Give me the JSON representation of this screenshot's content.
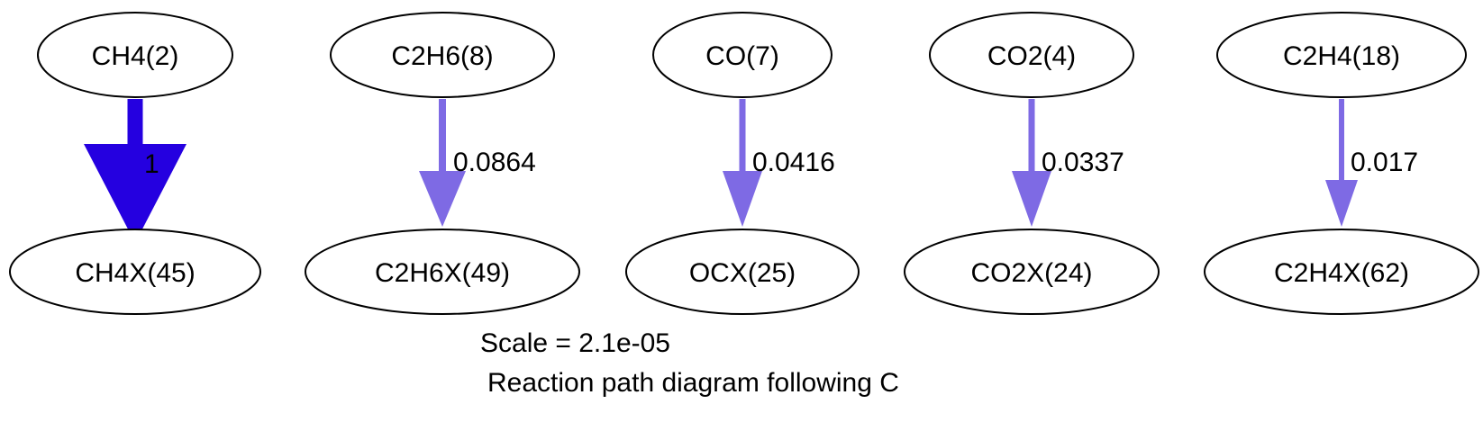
{
  "diagram": {
    "edges": [
      {
        "from": "CH4(2)",
        "to": "CH4X(45)",
        "label": "1",
        "color": "#2500e0"
      },
      {
        "from": "C2H6(8)",
        "to": "C2H6X(49)",
        "label": "0.0864",
        "color": "#7e6ae4"
      },
      {
        "from": "CO(7)",
        "to": "OCX(25)",
        "label": "0.0416",
        "color": "#7e6ae4"
      },
      {
        "from": "CO2(4)",
        "to": "CO2X(24)",
        "label": "0.0337",
        "color": "#7e6ae4"
      },
      {
        "from": "C2H4(18)",
        "to": "C2H4X(62)",
        "label": "0.017",
        "color": "#7e6ae4"
      }
    ],
    "scale_text": "Scale = 2.1e-05",
    "caption_text": "Reaction path diagram following C"
  }
}
